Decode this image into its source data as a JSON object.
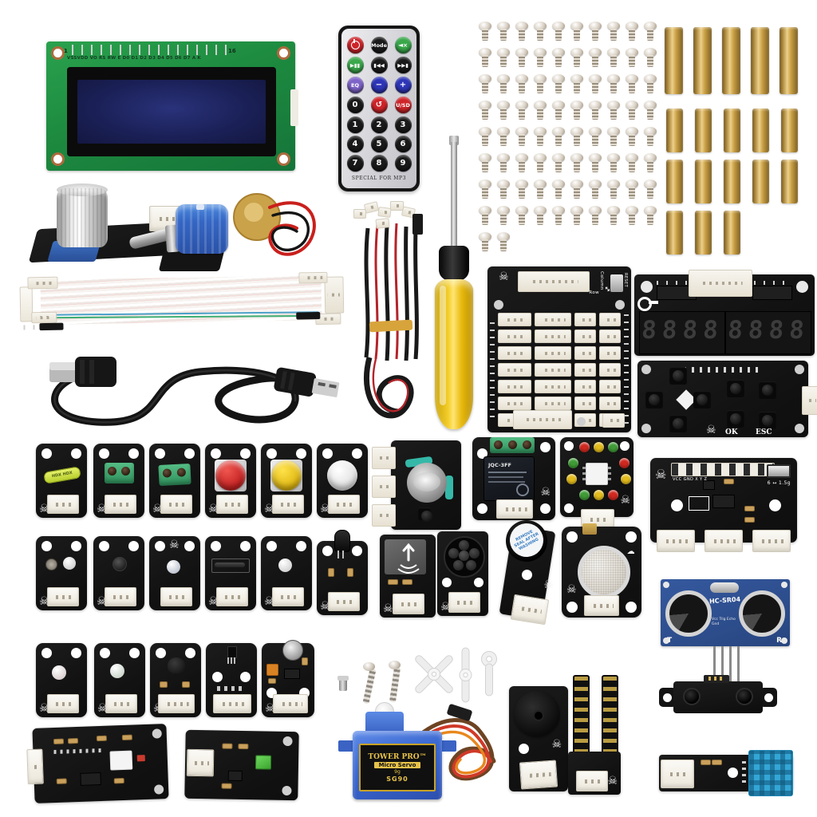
{
  "glyphs": {
    "skull": "☠",
    "loop": "↺",
    "play": "▶▮▮",
    "prev": "▮◀◀",
    "next": "▶▶▮",
    "cloud": "☁"
  },
  "palette": {
    "red": "#cf2429",
    "green": "#3aa84b",
    "purple": "#7e63c8",
    "blue": "#2e36b8",
    "btn_black": "#1a1a1a",
    "led_red": "#d0281f",
    "led_yellow": "#e3bc1c",
    "led_green": "#3f9b35",
    "pcb_green": "#1d8a3f",
    "pcb_blue": "#2a4f9e",
    "servo_blue": "#3a6fd8",
    "handle_yellow": "#f2c60f",
    "brass": "#caa045",
    "dht_blue": "#33a6d6"
  },
  "lcd": {
    "pin_first": "1",
    "pin_last": "16",
    "pin_labels": "VSSVDD VO RS RW E D0 D1 D2 D3 D4 D5 D6 D7 A K"
  },
  "remote": {
    "mode": "Mode",
    "eq": "EQ",
    "minus": "−",
    "plus": "+",
    "zero": "0",
    "usd": "U/SD",
    "digits": [
      "1",
      "2",
      "3",
      "4",
      "5",
      "6",
      "7",
      "8",
      "9"
    ],
    "footer": "SPECIAL FOR MP3"
  },
  "counts": {
    "screws": 82,
    "standoffs_row1": 5,
    "standoffs_row2": 5,
    "standoffs_row3": 5,
    "standoffs_row4": 3,
    "shield_sockets": 28
  },
  "io_shield": {
    "column_label": "Column",
    "row_label": "Row",
    "arrow": "↔",
    "reset_label": "RESET"
  },
  "seven_segment": {
    "left_digits": "8888",
    "right_digits": "8888"
  },
  "button_pad": {
    "ok": "OK",
    "esc": "ESC"
  },
  "accelerometer": {
    "pin_labels": "VCC GND  X  Y  Z",
    "range_label": "6 ↔ 1.5g"
  },
  "relay": {
    "part_label": "JQC-3FF"
  },
  "active_buzzer": {
    "sticker_text": "REMOVE SEAL AFTER WASHING"
  },
  "ultrasonic": {
    "part_label": "HC-SR04",
    "left_label": "T",
    "right_label": "R",
    "pin_labels": "Vcc Trig Echo Gnd"
  },
  "servo": {
    "brand": "TOWER PRO™",
    "line2": "Micro Servo",
    "line3": "9g",
    "model": "SG90"
  },
  "tilt": {
    "label": "HDX  HDX"
  },
  "led_cluster": {
    "colors": [
      "#d0281f",
      "#e3bc1c",
      "#3f9b35",
      "#3f9b35",
      "#d0281f",
      "#e3bc1c",
      "#e3bc1c",
      "#3f9b35",
      "#e3bc1c",
      "#d0281f"
    ]
  }
}
